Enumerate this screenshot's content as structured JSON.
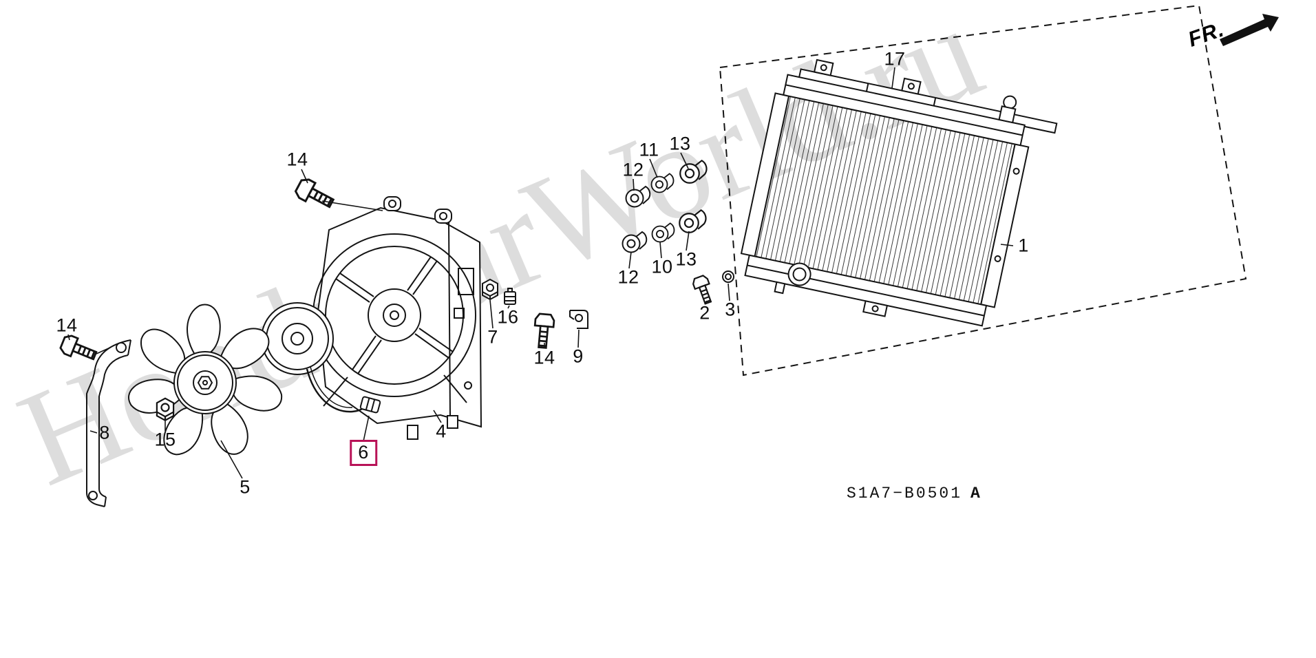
{
  "diagram": {
    "watermark": "HondaCarWorld.ru",
    "fr_label": "FR.",
    "code": "S1A7−B0501",
    "code_suffix": "A",
    "highlight_color": "#b81257",
    "line_color": "#141414",
    "background_color": "#ffffff",
    "callouts": [
      {
        "label": "14"
      },
      {
        "label": "17"
      },
      {
        "label": "11"
      },
      {
        "label": "13"
      },
      {
        "label": "12"
      },
      {
        "label": "12"
      },
      {
        "label": "10"
      },
      {
        "label": "13"
      },
      {
        "label": "2"
      },
      {
        "label": "3"
      },
      {
        "label": "1"
      },
      {
        "label": "16"
      },
      {
        "label": "7"
      },
      {
        "label": "14"
      },
      {
        "label": "9"
      },
      {
        "label": "4"
      },
      {
        "label": "6",
        "highlighted": true
      },
      {
        "label": "5"
      },
      {
        "label": "15"
      },
      {
        "label": "8"
      },
      {
        "label": "14"
      }
    ]
  }
}
